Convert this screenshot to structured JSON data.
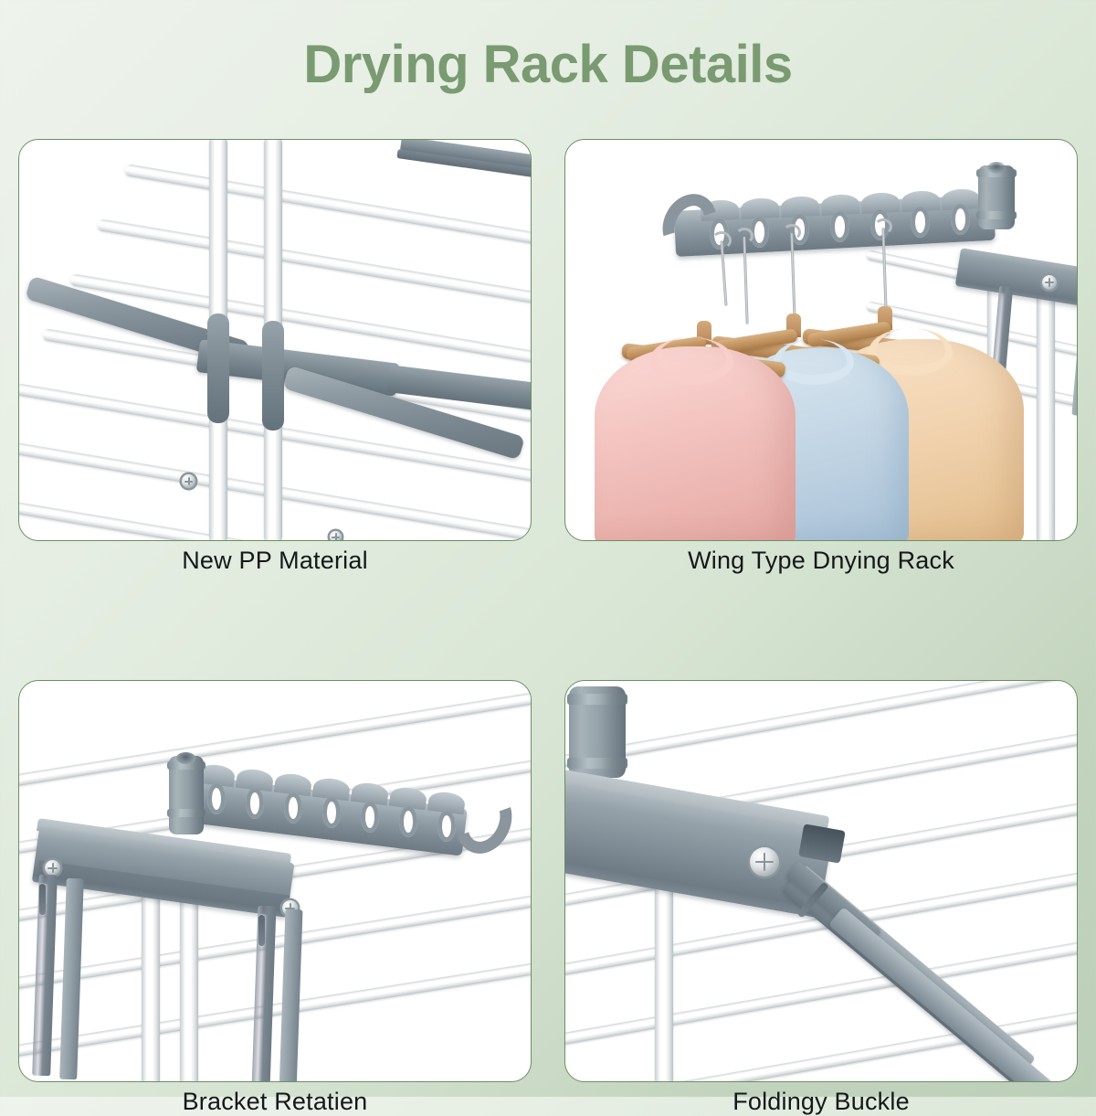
{
  "header": {
    "title": "Drying Rack Details",
    "title_color": "#7a9a72"
  },
  "background": {
    "gradient_from": "#eef3ec",
    "gradient_to": "#bccfb8"
  },
  "card_border_color": "#6b8f63",
  "panels": [
    {
      "id": "new-pp-material",
      "caption": "New PP Material",
      "subject": "gray PP plastic cross-bracket clamped on white drying rack poles with screw",
      "colors": {
        "plastic": "#7f8c95",
        "pole": "#ffffff",
        "screw": "#d9dee0"
      }
    },
    {
      "id": "wing-type-drying-rack",
      "caption": "Wing Type Dnying Rack",
      "subject": "gray wing-type hanger bar with 7 oval slots and end hook, three garments on wooden hangers",
      "slot_count": 7,
      "garments": [
        {
          "name": "pink-top",
          "color": "#f2c3c0"
        },
        {
          "name": "blue-top",
          "color": "#bed3e2"
        },
        {
          "name": "beige-top",
          "color": "#f2d7b9"
        }
      ],
      "colors": {
        "plastic": "#8a959d",
        "hanger_wood": "#c79c69",
        "wire": "#c4cacd"
      }
    },
    {
      "id": "bracket-retention",
      "caption": "Bracket Retatien",
      "subject": "wing rack mounted on gray channel bracket with legs, screws and retention cylinder",
      "slot_count": 7,
      "colors": {
        "plastic": "#7e8b94",
        "pole": "#ffffff"
      }
    },
    {
      "id": "foldingy-buckle",
      "caption": "Foldingy Buckle",
      "subject": "gray folding buckle joint with silver phillips screw and diagonal folding arm over white rails",
      "colors": {
        "plastic": "#74818a",
        "screw": "#e2e6e8",
        "rail": "#ffffff"
      }
    }
  ]
}
